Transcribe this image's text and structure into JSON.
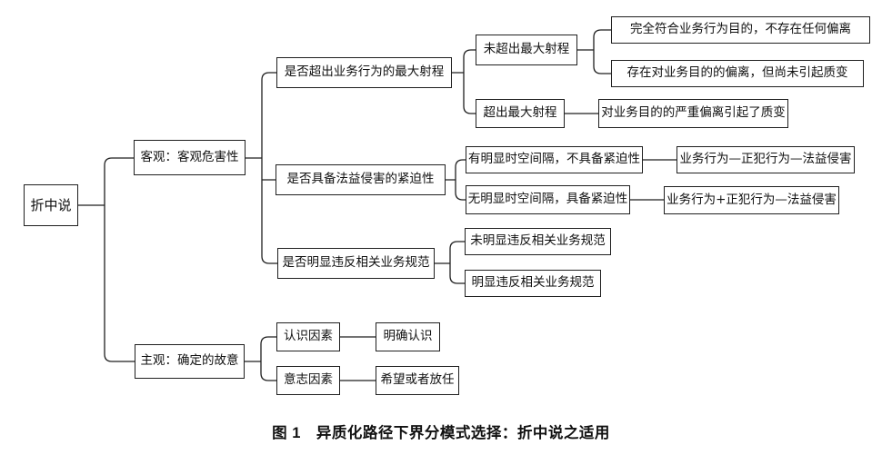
{
  "figure": {
    "caption": "图 1　异质化路径下界分模式选择：折中说之适用"
  },
  "diagram": {
    "type": "tree",
    "direction": "left-to-right",
    "line_color": "#1f1f1f",
    "box_background": "#ffffff",
    "nodes": {
      "root": {
        "label": "折中说"
      },
      "objective": {
        "label": "客观：客观危害性"
      },
      "subjective": {
        "label": "主观：确定的故意"
      },
      "q_range": {
        "label": "是否超出业务行为的最大射程"
      },
      "q_urgency": {
        "label": "是否具备法益侵害的紧迫性"
      },
      "q_norms": {
        "label": "是否明显违反相关业务规范"
      },
      "not_exceed": {
        "label": "未超出最大射程"
      },
      "exceed": {
        "label": "超出最大射程"
      },
      "fully_conform": {
        "label": "完全符合业务行为目的，不存在任何偏离"
      },
      "deviation_no_change": {
        "label": "存在对业务目的的偏离，但尚未引起质变"
      },
      "serious_deviation": {
        "label": "对业务目的的严重偏离引起了质变"
      },
      "gap_no_urgency": {
        "label": "有明显时空间隔，不具备紧迫性"
      },
      "no_gap_urgency": {
        "label": "无明显时空间隔，具备紧迫性"
      },
      "chain_separate": {
        "label": "业务行为—正犯行为—法益侵害"
      },
      "chain_combined": {
        "label": "业务行为+正犯行为—法益侵害"
      },
      "no_violation": {
        "label": "未明显违反相关业务规范"
      },
      "violation": {
        "label": "明显违反相关业务规范"
      },
      "cognition": {
        "label": "认识因素"
      },
      "volition": {
        "label": "意志因素"
      },
      "clear_cognition": {
        "label": "明确认识"
      },
      "hope_or_allow": {
        "label": "希望或者放任"
      }
    },
    "edges": [
      [
        "root",
        "objective"
      ],
      [
        "root",
        "subjective"
      ],
      [
        "objective",
        "q_range"
      ],
      [
        "objective",
        "q_urgency"
      ],
      [
        "objective",
        "q_norms"
      ],
      [
        "q_range",
        "not_exceed"
      ],
      [
        "q_range",
        "exceed"
      ],
      [
        "not_exceed",
        "fully_conform"
      ],
      [
        "not_exceed",
        "deviation_no_change"
      ],
      [
        "exceed",
        "serious_deviation"
      ],
      [
        "q_urgency",
        "gap_no_urgency"
      ],
      [
        "q_urgency",
        "no_gap_urgency"
      ],
      [
        "gap_no_urgency",
        "chain_separate"
      ],
      [
        "no_gap_urgency",
        "chain_combined"
      ],
      [
        "q_norms",
        "no_violation"
      ],
      [
        "q_norms",
        "violation"
      ],
      [
        "subjective",
        "cognition"
      ],
      [
        "subjective",
        "volition"
      ],
      [
        "cognition",
        "clear_cognition"
      ],
      [
        "volition",
        "hope_or_allow"
      ]
    ]
  }
}
